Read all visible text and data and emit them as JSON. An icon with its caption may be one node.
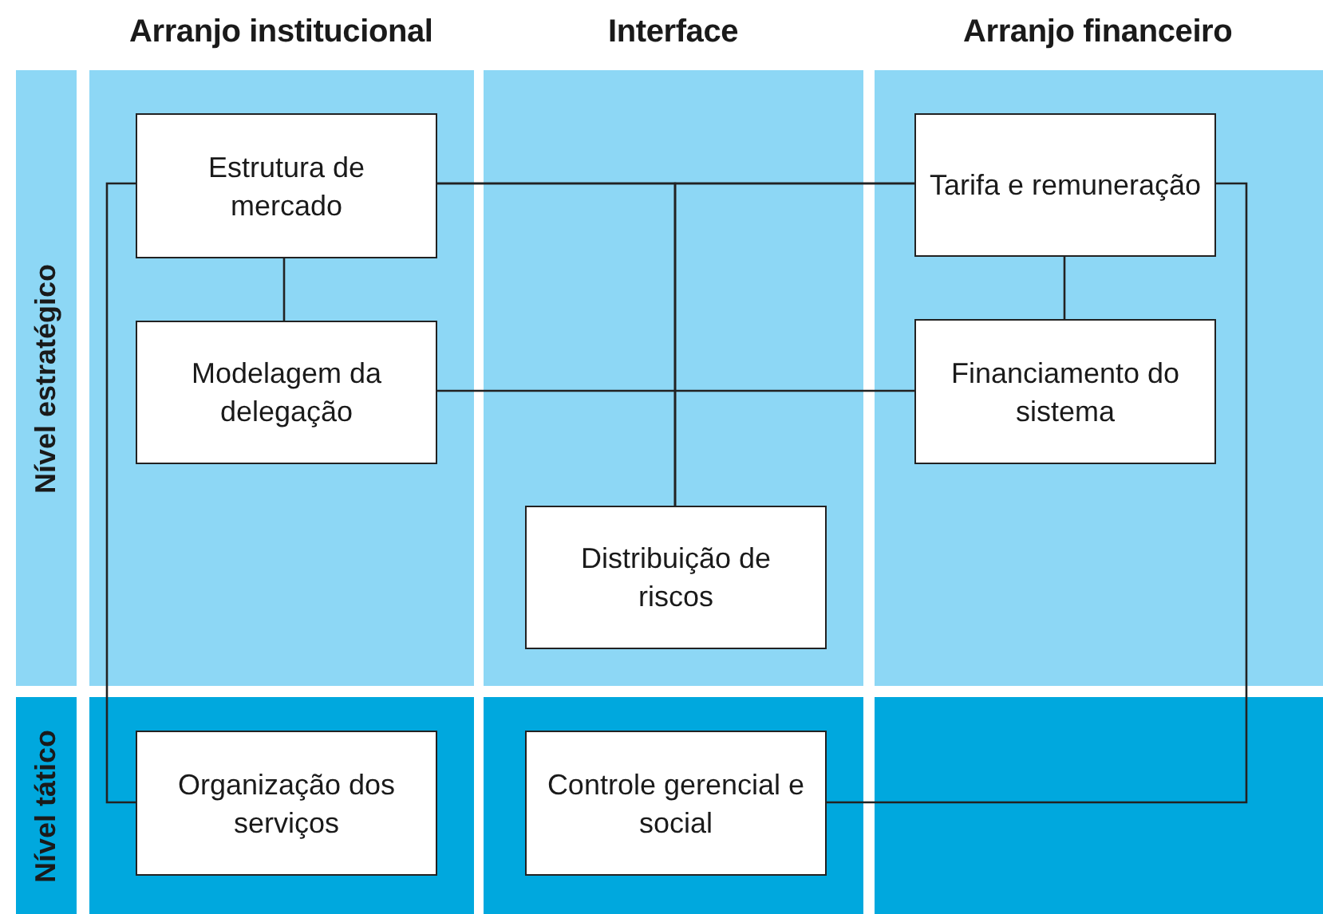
{
  "diagram": {
    "nodes": [
      {
        "text": [
          "Estrutura de mercado"
        ]
      },
      {
        "text": [
          "Modelagem da delegação"
        ]
      },
      {
        "text": [
          "Tarifa e remuneração"
        ]
      },
      {
        "text": [
          "Financiamento do sistema"
        ]
      },
      {
        "text": [
          "Distribuição de riscos"
        ]
      },
      {
        "text": [
          "Organização dos serviços"
        ]
      },
      {
        "text": [
          "Controle gerencial e social"
        ]
      }
    ],
    "edges": [
      {
        "from": 0,
        "to": 1,
        "arrow": "none"
      },
      {
        "from": 0,
        "to": 2,
        "arrow": "none"
      },
      {
        "from": 0,
        "to": 4,
        "arrow": "none"
      },
      {
        "from": 2,
        "to": 4,
        "arrow": "none"
      },
      {
        "from": 2,
        "to": 3,
        "arrow": "none"
      },
      {
        "from": 1,
        "to": 3,
        "arrow": "none"
      },
      {
        "from": 0,
        "to": 5,
        "arrow": "none"
      },
      {
        "from": 2,
        "to": 6,
        "arrow": "none"
      }
    ],
    "labels": [
      "Arranjo institucional",
      "Interface",
      "Arranjo financeiro",
      "Nível estratégico",
      "Nível tático"
    ]
  }
}
